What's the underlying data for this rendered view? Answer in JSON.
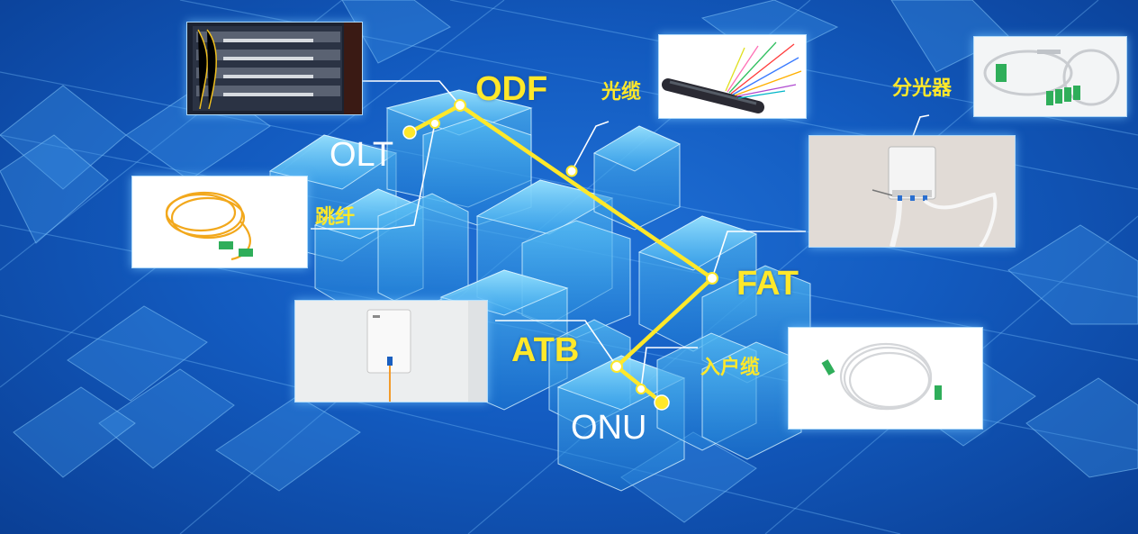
{
  "nodes": {
    "odf": "ODF",
    "olt": "OLT",
    "fat": "FAT",
    "atb": "ATB",
    "onu": "ONU"
  },
  "components": {
    "fiber_cable": "光缆",
    "splitter": "分光器",
    "patch_cord": "跳纤",
    "drop_cable": "入户缆"
  },
  "colors": {
    "link": "#ffe82a",
    "label_main": "#ffe82a",
    "label_secondary": "#ffffff",
    "building": "#6fd0ff"
  }
}
